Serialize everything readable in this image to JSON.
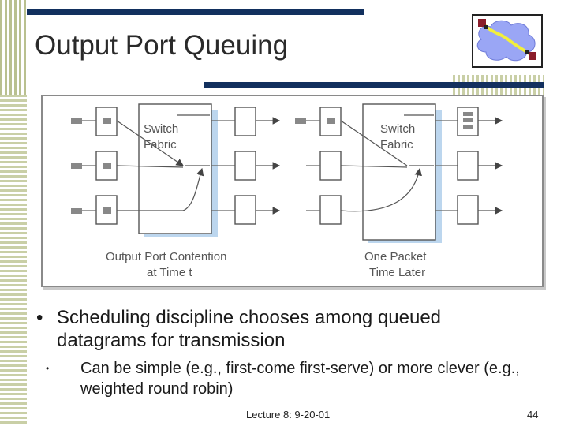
{
  "slide": {
    "title": "Output Port Queuing",
    "footer": "Lecture 8: 9-20-01",
    "page_number": "44"
  },
  "figure": {
    "left_panel": {
      "fabric_label_line1": "Switch",
      "fabric_label_line2": "Fabric",
      "caption_line1": "Output Port Contention",
      "caption_line2": "at Time t"
    },
    "right_panel": {
      "fabric_label_line1": "Switch",
      "fabric_label_line2": "Fabric",
      "caption_line1": "One Packet",
      "caption_line2": "Time Later"
    }
  },
  "bullets": [
    {
      "text": "Scheduling discipline chooses among queued datagrams for transmission",
      "sub": [
        "Can be simple (e.g., first-come first-serve) or more clever (e.g., weighted round robin)"
      ]
    }
  ],
  "icons": {
    "bullet": "•",
    "logo": "network-cloud-icon"
  },
  "colors": {
    "bar": "#12305e",
    "fabric_shadow": "#bcd6ee",
    "logo_cloud": "#9aa6f5",
    "logo_link": "#f2ef3c",
    "logo_node": "#8a1c2a"
  }
}
